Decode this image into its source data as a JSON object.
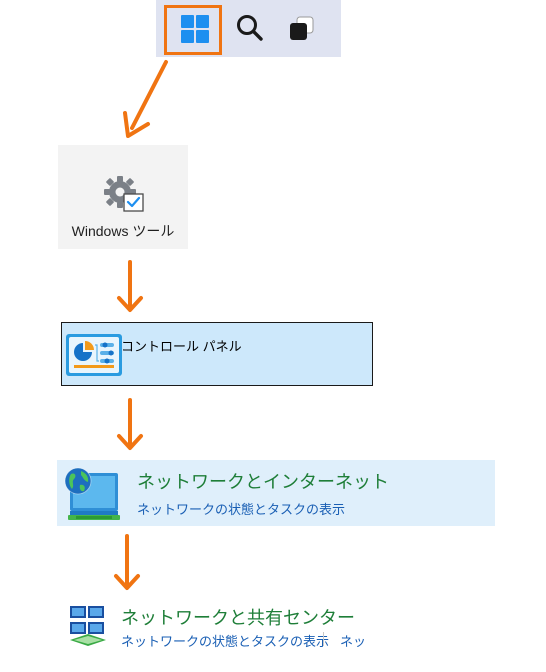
{
  "taskbar": {
    "start_icon": "windows-start-icon",
    "search_icon": "search-icon",
    "task_view_icon": "task-view-icon"
  },
  "tools": {
    "label": "Windows ツール",
    "icon": "gear-check-icon"
  },
  "control_panel": {
    "label": "コントロール パネル",
    "icon": "control-panel-icon"
  },
  "network": {
    "title": "ネットワークとインターネット",
    "subtitle": "ネットワークの状態とタスクの表示",
    "icon": "globe-network-icon"
  },
  "sharing_center": {
    "title": "ネットワークと共有センター",
    "subtitle": "ネットワークの状態とタスクの表示",
    "subtitle2": "ネッ",
    "icon": "network-sharing-icon"
  },
  "colors": {
    "arrow": "#f07412",
    "highlight": "#f07412",
    "link_title": "#1e7e38",
    "link_sub": "#1a5fb4"
  }
}
